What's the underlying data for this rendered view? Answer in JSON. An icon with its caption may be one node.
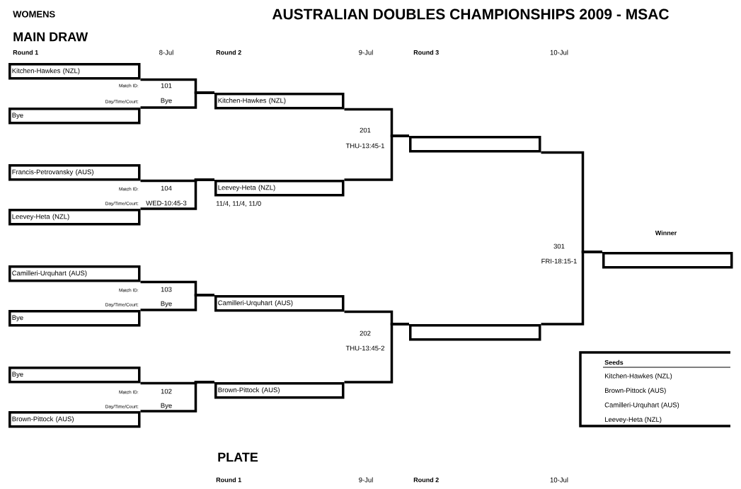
{
  "diagram": {
    "title": "AUSTRALIAN DOUBLES CHAMPIONSHIPS 2009 - MSAC",
    "nodes": [
      {
        "text": [
          "Kitchen-Hawkes (NZL)"
        ]
      },
      {
        "text": [
          "Bye"
        ]
      },
      {
        "text": [
          "Francis-Petrovansky (AUS)"
        ]
      },
      {
        "text": [
          "Leevey-Heta (NZL)"
        ]
      },
      {
        "text": [
          "Camilleri-Urquhart (AUS)"
        ]
      },
      {
        "text": [
          "Bye"
        ]
      },
      {
        "text": [
          "Bye"
        ]
      },
      {
        "text": [
          "Brown-Pittock (AUS)"
        ]
      },
      {
        "text": [
          "Kitchen-Hawkes (NZL)"
        ]
      },
      {
        "text": [
          "Leevey-Heta (NZL)"
        ]
      },
      {
        "text": [
          "Camilleri-Urquhart (AUS)"
        ]
      },
      {
        "text": [
          "Brown-Pittock (AUS)"
        ]
      },
      {
        "text": [],
        "shape": "box"
      },
      {
        "text": [],
        "shape": "box"
      },
      {
        "text": [],
        "shape": "box",
        "beside": [
          "Winner"
        ]
      },
      {
        "text": [
          "Seeds",
          "Kitchen-Hawkes (NZL)",
          "Brown-Pittock (AUS)",
          "Camilleri-Urquhart (AUS)",
          "Leevey-Heta (NZL)"
        ]
      }
    ],
    "edges": [
      {
        "from": 0,
        "to": 8,
        "arrow": "none"
      },
      {
        "from": 1,
        "to": 8,
        "arrow": "none"
      },
      {
        "from": 2,
        "to": 9,
        "arrow": "none"
      },
      {
        "from": 3,
        "to": 9,
        "arrow": "none"
      },
      {
        "from": 4,
        "to": 10,
        "arrow": "none"
      },
      {
        "from": 5,
        "to": 10,
        "arrow": "none"
      },
      {
        "from": 6,
        "to": 11,
        "arrow": "none"
      },
      {
        "from": 7,
        "to": 11,
        "arrow": "none"
      },
      {
        "from": 8,
        "to": 12,
        "arrow": "none"
      },
      {
        "from": 9,
        "to": 12,
        "arrow": "none"
      },
      {
        "from": 10,
        "to": 13,
        "arrow": "none"
      },
      {
        "from": 11,
        "to": 13,
        "arrow": "none"
      },
      {
        "from": 12,
        "to": 14,
        "arrow": "none"
      },
      {
        "from": 13,
        "to": 14,
        "arrow": "none"
      }
    ],
    "labels": [
      "WOMENS",
      "MAIN DRAW",
      "Round 1",
      "8-Jul",
      "Round 2",
      "9-Jul",
      "Round 3",
      "10-Jul",
      "Match ID:",
      "101",
      "Day/Time/Court:",
      "Bye",
      "201",
      "THU-13:45-1",
      "Match ID:",
      "104",
      "Day/Time/Court:",
      "WED-10:45-3",
      "11/4, 11/4, 11/0",
      "301",
      "FRI-18:15-1",
      "Match ID:",
      "103",
      "Day/Time/Court:",
      "Bye",
      "202",
      "THU-13:45-2",
      "Match ID:",
      "102",
      "Day/Time/Court:",
      "Bye",
      "PLATE",
      "Round 1",
      "9-Jul",
      "Round 2",
      "10-Jul"
    ]
  }
}
